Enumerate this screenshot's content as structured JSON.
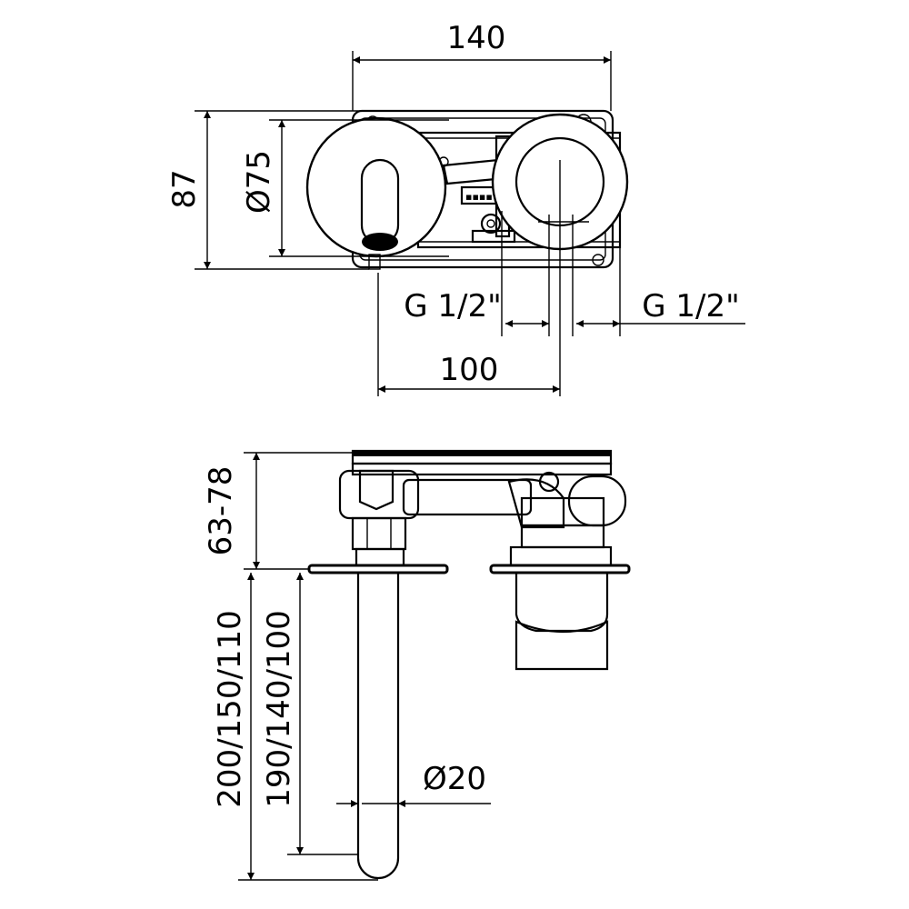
{
  "dimensions": {
    "width_140": "140",
    "height_87": "87",
    "diameter_75": "Ø75",
    "inlet_left": "G 1/2\"",
    "inlet_right": "G 1/2\"",
    "spacing_100": "100",
    "depth_range": "63-78",
    "spout_length_a": "200/150/110",
    "spout_length_b": "190/140/100",
    "spout_diameter": "Ø20"
  },
  "colors": {
    "line": "#000000",
    "background": "#ffffff"
  }
}
